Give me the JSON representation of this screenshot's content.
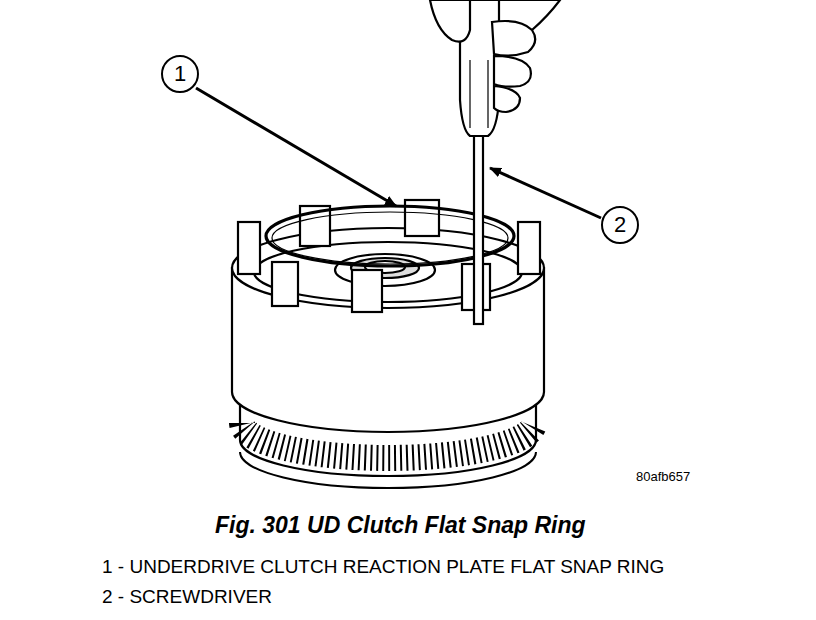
{
  "diagram": {
    "caption": "Fig. 301 UD Clutch Flat Snap Ring",
    "nodes": [
      {
        "text": [
          "1"
        ]
      },
      {
        "text": [
          "2"
        ]
      }
    ],
    "labels": [
      "80afb657",
      "1 - UNDERDRIVE CLUTCH REACTION PLATE FLAT SNAP RING",
      "2 - SCREWDRIVER"
    ]
  }
}
